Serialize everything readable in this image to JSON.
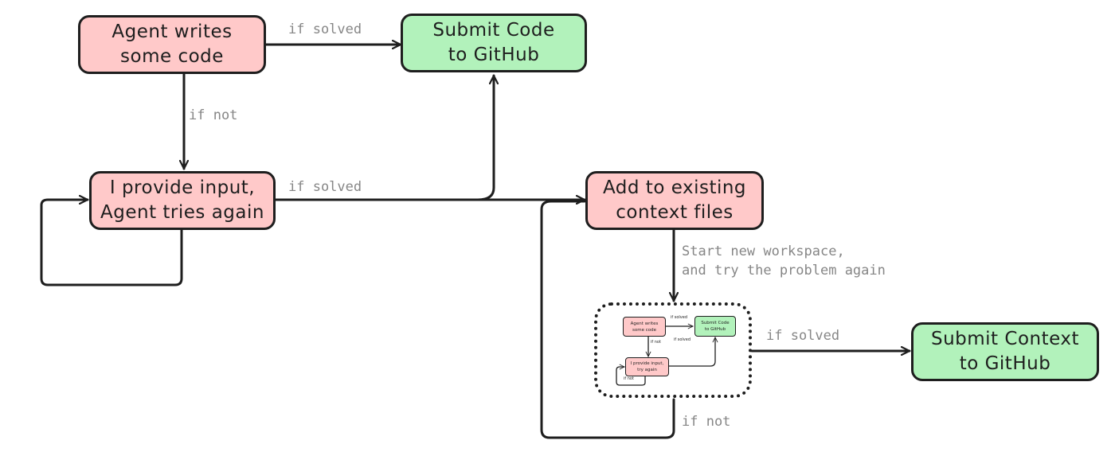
{
  "diagram": {
    "colors": {
      "pink_fill": "#ffc9c9",
      "green_fill": "#b2f2bb",
      "stroke": "#1e1e1e",
      "label_text": "#868686"
    },
    "nodes": {
      "agent_writes": "Agent writes\nsome code",
      "submit_code": "Submit Code\nto GitHub",
      "provide_input": "I provide input,\nAgent tries again",
      "add_context": "Add to existing\ncontext files",
      "submit_context": "Submit Context\nto GitHub"
    },
    "edge_labels": {
      "writes_to_submit": "if solved",
      "writes_to_input": "if not",
      "input_to_submit": "if solved",
      "context_to_workspace": "Start new workspace,\nand try the problem again",
      "workspace_to_submit_context": "if solved",
      "workspace_to_context": "if not"
    },
    "mini_workspace": {
      "nodes": {
        "agent_writes": "Agent writes\nsome code",
        "submit_code": "Submit Code\nto GitHub",
        "provide_input": "I provide input,\ntry again"
      },
      "labels": {
        "if_solved_top": "if solved",
        "if_solved_mid": "if solved",
        "if_not_down": "if not",
        "if_not_loop": "if not"
      }
    }
  }
}
